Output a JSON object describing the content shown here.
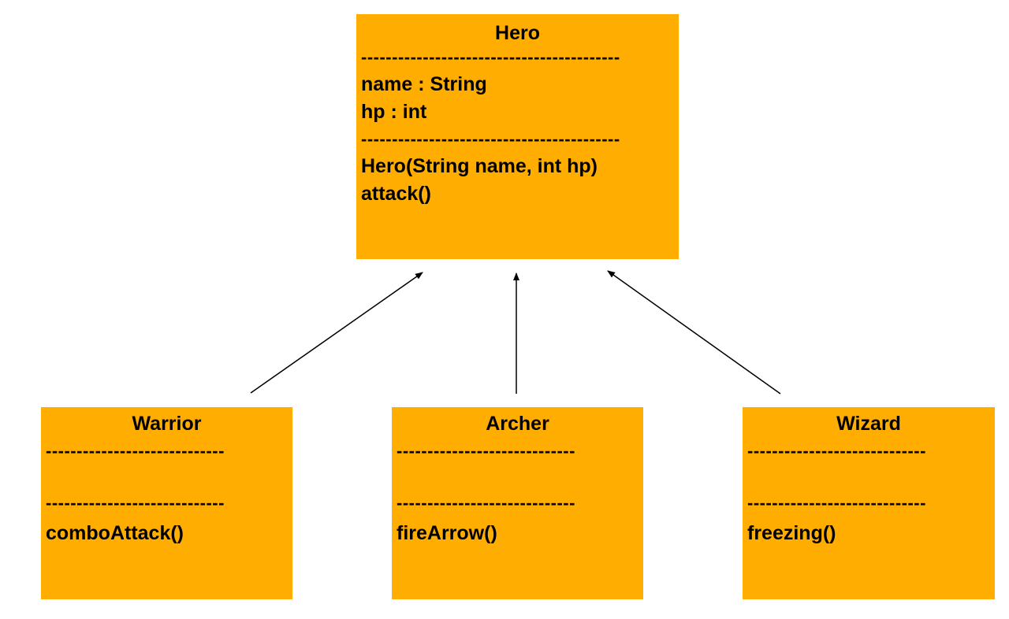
{
  "classes": {
    "hero": {
      "name": "Hero",
      "separator": "------------------------------------------",
      "attributes": [
        "name : String",
        "hp : int"
      ],
      "methods": [
        "Hero(String name, int hp)",
        "attack()"
      ]
    },
    "warrior": {
      "name": "Warrior",
      "separator": "-----------------------------",
      "methods": [
        "comboAttack()"
      ]
    },
    "archer": {
      "name": "Archer",
      "separator": "-----------------------------",
      "methods": [
        "fireArrow()"
      ]
    },
    "wizard": {
      "name": "Wizard",
      "separator": "-----------------------------",
      "methods": [
        "freezing()"
      ]
    }
  },
  "relationships": [
    {
      "from": "Warrior",
      "to": "Hero",
      "type": "inheritance"
    },
    {
      "from": "Archer",
      "to": "Hero",
      "type": "inheritance"
    },
    {
      "from": "Wizard",
      "to": "Hero",
      "type": "inheritance"
    }
  ],
  "colors": {
    "box_fill": "#ffad00",
    "text": "#000000",
    "arrow": "#000000",
    "background": "#ffffff"
  }
}
